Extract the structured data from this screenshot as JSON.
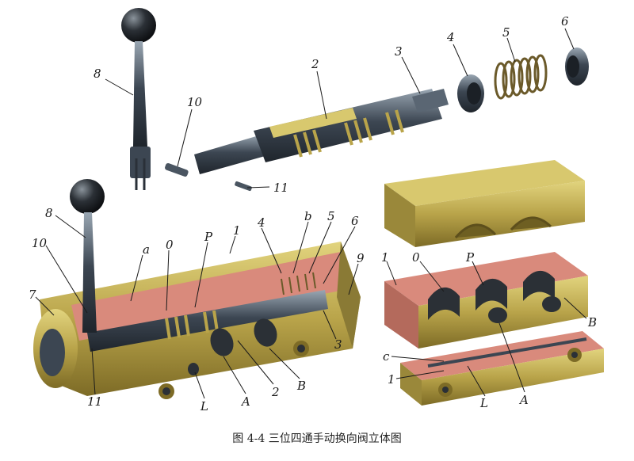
{
  "caption": "图 4-4 三位四通手动换向阀立体图",
  "labels": {
    "top": {
      "l8": "8",
      "l10": "10",
      "l2": "2",
      "l3": "3",
      "l4": "4",
      "l5": "5",
      "l6": "6",
      "l11": "11"
    },
    "assembled": {
      "l8": "8",
      "l10": "10",
      "l7": "7",
      "la": "a",
      "l0": "0",
      "lP": "P",
      "l1": "1",
      "l4": "4",
      "lb": "b",
      "l5": "5",
      "l6": "6",
      "l9": "9",
      "l3": "3",
      "l11": "11",
      "lL": "L",
      "lA": "A",
      "l2": "2",
      "lB": "B"
    },
    "body": {
      "l1": "1",
      "l0": "0",
      "lP": "P",
      "lB": "B",
      "lc": "c",
      "l1b": "1",
      "lL": "L",
      "lA": "A"
    }
  },
  "colors": {
    "metal": "#3c4652",
    "metal_light": "#8896a3",
    "brass": "#b9a44a",
    "brass_light": "#d8c86e",
    "brass_dark": "#7d6b26",
    "cut_red": "#d98a7c",
    "spring": "#6b5a2a"
  }
}
